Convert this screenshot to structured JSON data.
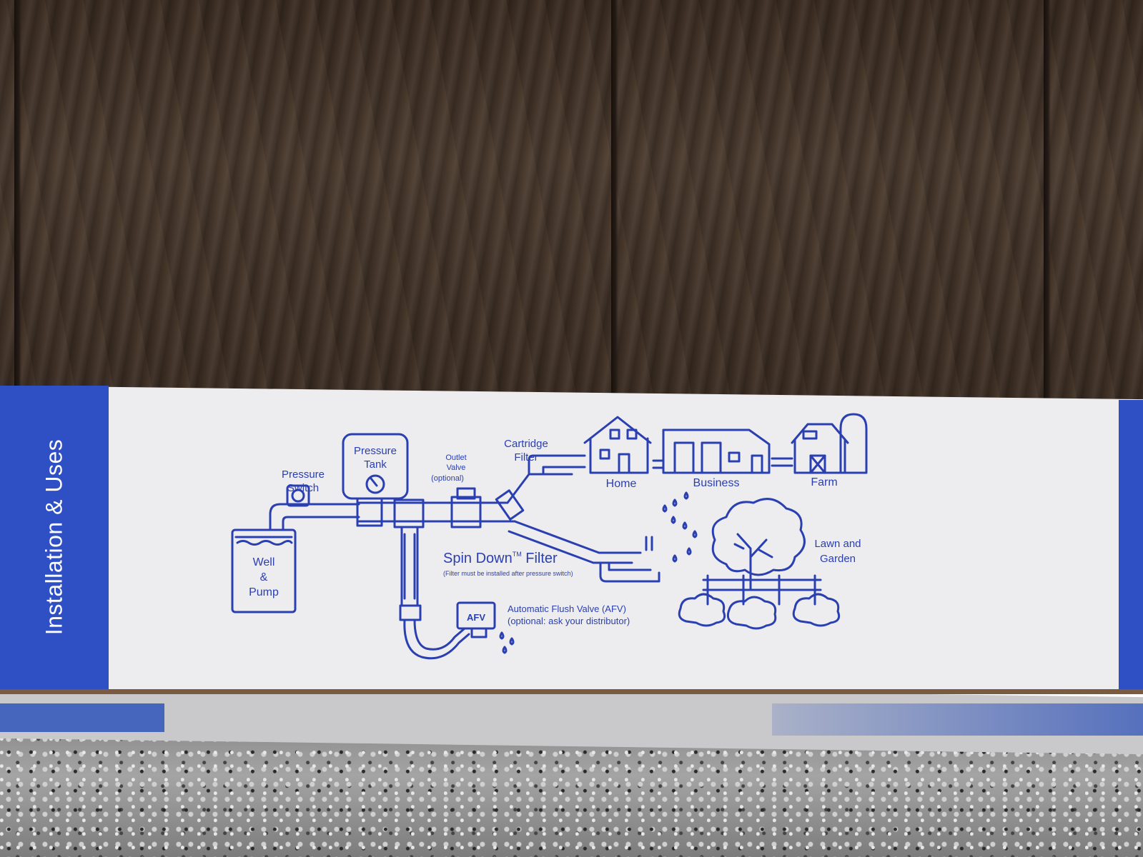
{
  "band_title": "Installation & Uses",
  "labels": {
    "pressure_switch": [
      "Pressure",
      "Switch"
    ],
    "pressure_tank": [
      "Pressure",
      "Tank"
    ],
    "outlet_valve": [
      "Outlet",
      "Valve",
      "(optional)"
    ],
    "cartridge_filter": [
      "Cartridge",
      "Filter"
    ],
    "home": "Home",
    "business": "Business",
    "farm": "Farm",
    "well_pump": [
      "Well",
      "&",
      "Pump"
    ],
    "spin_down": "Spin Down",
    "trademark": "TM",
    "spin_down_suffix": " Filter",
    "spin_down_note": "(Filter must be installed after pressure switch)",
    "afv_box": "AFV",
    "afv_title": "Automatic Flush Valve (AFV)",
    "afv_note": "(optional: ask your distributor)",
    "lawn_garden": [
      "Lawn and",
      "Garden"
    ]
  },
  "colors": {
    "ink": "#2a3fb0",
    "band": "#2f4fc4",
    "cardboard": "#edecef",
    "wood": "#3a2c22",
    "granite": "#8a8a8a"
  }
}
